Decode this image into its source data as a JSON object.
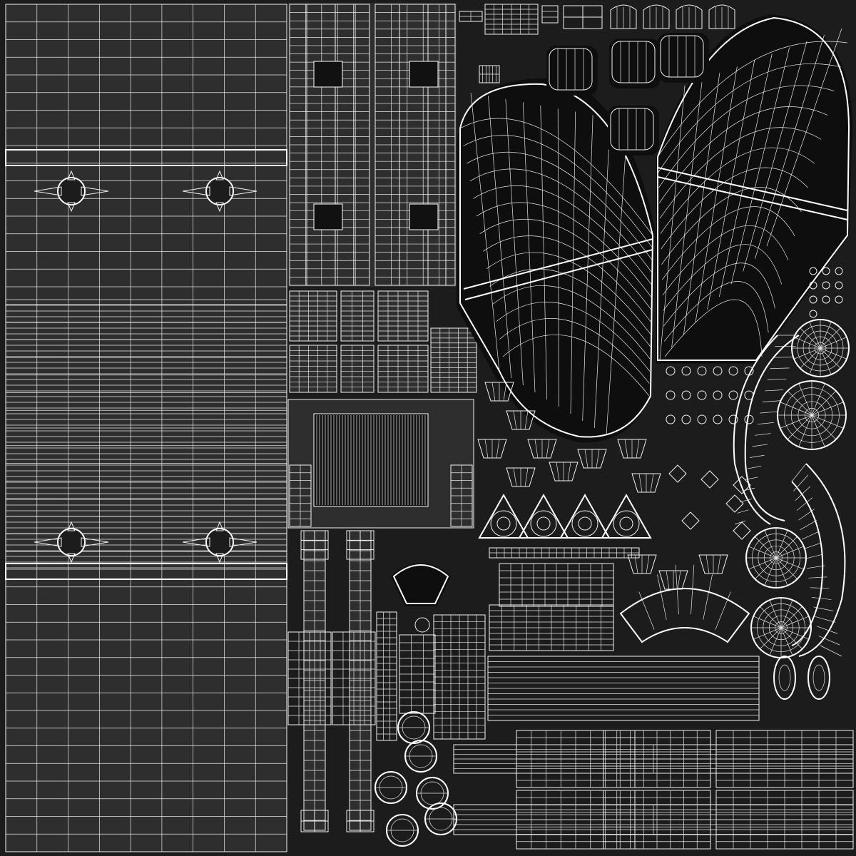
{
  "colors": {
    "background": "#1c1c1c",
    "panel": "#2e2e2e",
    "wire": "#f2f2f2",
    "island_shadow": "#0e0e0e"
  },
  "grids": {
    "big_panel": {
      "cols": 9,
      "rows": 48
    },
    "tall_strip": {
      "cols": 10,
      "rows": 34
    },
    "nose_cone": {
      "rings": 14,
      "segments": 10
    },
    "dish": {
      "rings": 5,
      "spokes": 16
    },
    "rings_round": {
      "count": 6
    }
  }
}
